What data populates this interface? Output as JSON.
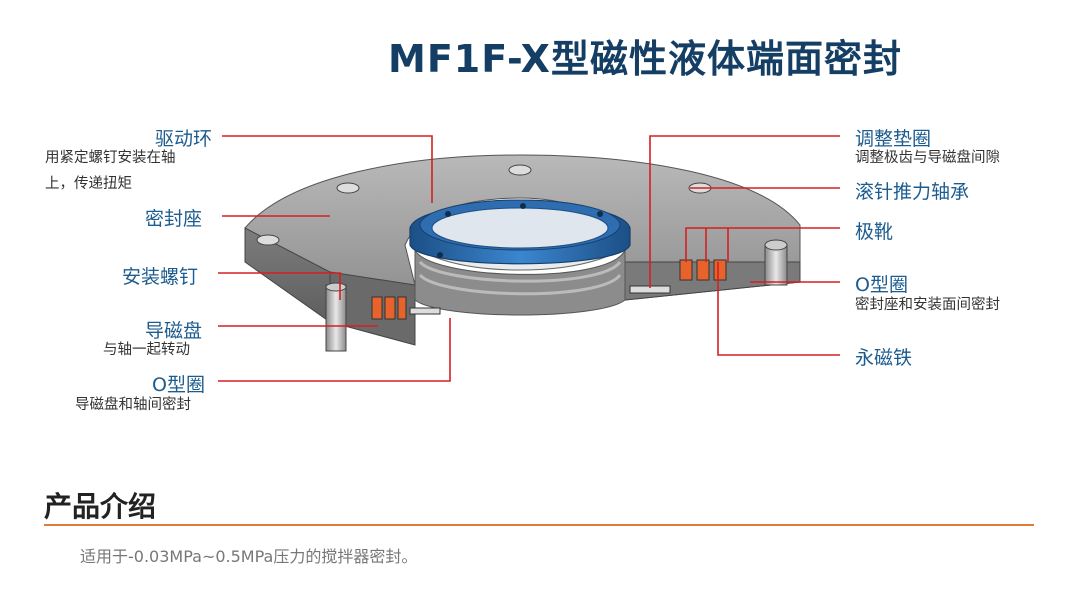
{
  "title": "MF1F-X型磁性液体端面密封",
  "left_labels": {
    "drive_ring": {
      "name": "驱动环",
      "desc_line1": "用紧定螺钉安装在轴",
      "desc_line2": "上，传递扭矩"
    },
    "seal_seat": {
      "name": "密封座"
    },
    "install_screw": {
      "name": "安装螺钉"
    },
    "magnetic_disc": {
      "name": "导磁盘",
      "desc": "与轴一起转动"
    },
    "o_ring": {
      "name": "O型圈",
      "desc": "导磁盘和轴间密封"
    }
  },
  "right_labels": {
    "adjust_washer": {
      "name": "调整垫圈",
      "desc": "调整极齿与导磁盘间隙"
    },
    "needle_bearing": {
      "name": "滚针推力轴承"
    },
    "pole_shoe": {
      "name": "极靴"
    },
    "o_ring": {
      "name": "O型圈",
      "desc": "密封座和安装面间密封"
    },
    "magnet": {
      "name": "永磁铁"
    }
  },
  "section": {
    "title": "产品介绍",
    "text": "适用于-0.03MPa~0.5MPa压力的搅拌器密封。"
  },
  "colors": {
    "title": "#143e63",
    "label": "#1d5c8f",
    "leader": "#d42020",
    "accent_rule": "#e07b3c",
    "ring_blue": "#2a6fb5",
    "magnet_orange": "#e8632b",
    "metal": "#9a9a9a"
  }
}
